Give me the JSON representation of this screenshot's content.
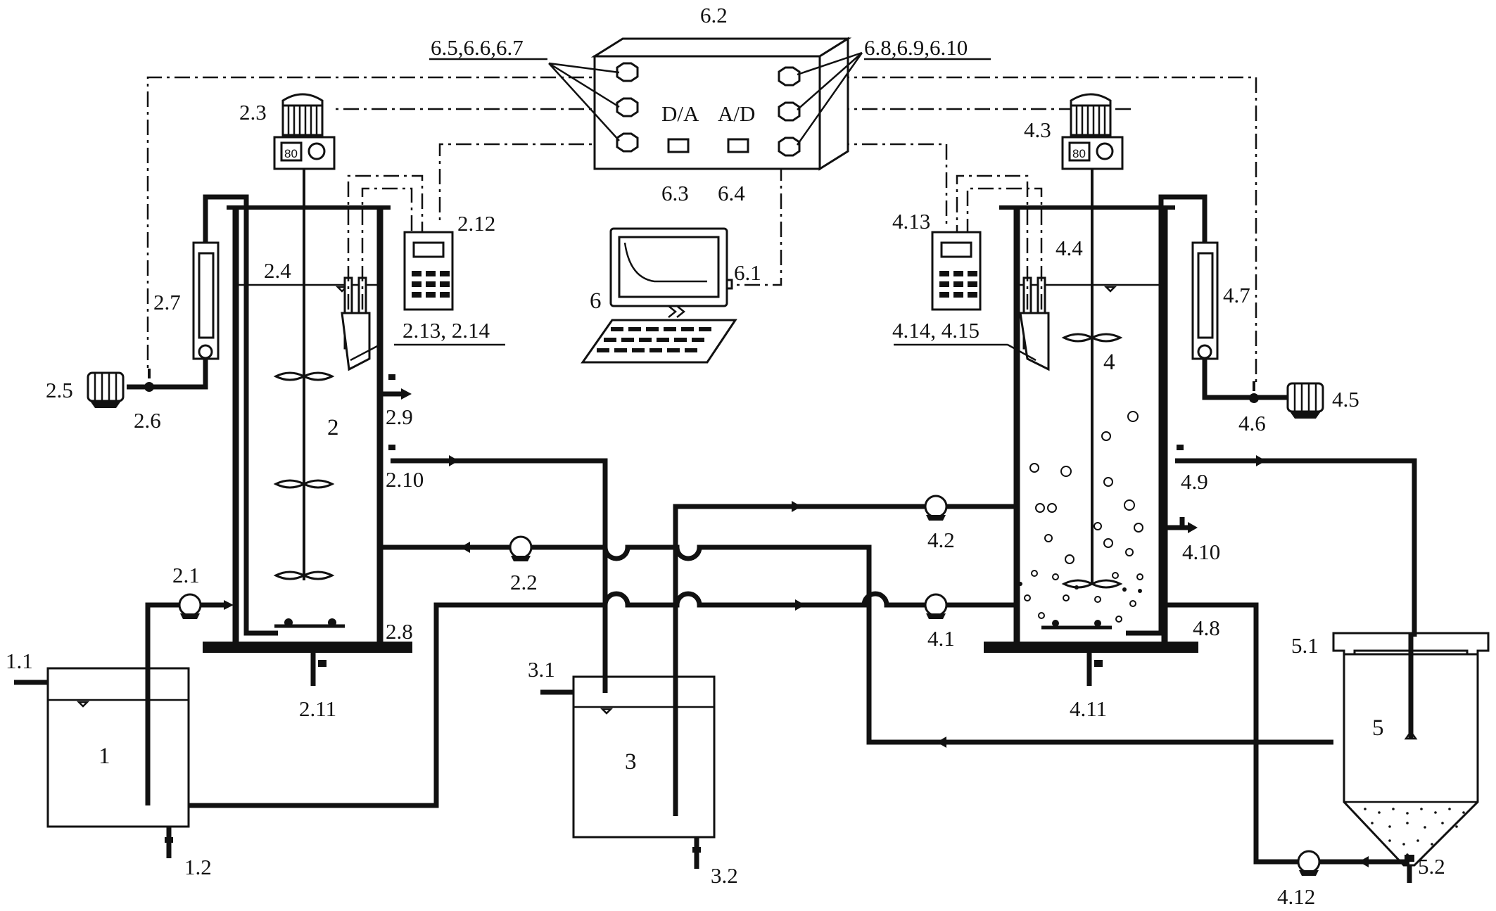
{
  "labels": {
    "tank1": "1",
    "l1_1": "1.1",
    "l1_2": "1.2",
    "reactor2": "2",
    "l2_1": "2.1",
    "l2_2": "2.2",
    "l2_3": "2.3",
    "l2_4": "2.4",
    "l2_5": "2.5",
    "l2_6": "2.6",
    "l2_7": "2.7",
    "l2_8": "2.8",
    "l2_9": "2.9",
    "l2_10": "2.10",
    "l2_11": "2.11",
    "l2_12": "2.12",
    "l2_13_14": "2.13, 2.14",
    "tank3": "3",
    "l3_1": "3.1",
    "l3_2": "3.2",
    "reactor4": "4",
    "l4_1": "4.1",
    "l4_2": "4.2",
    "l4_3": "4.3",
    "l4_4": "4.4",
    "l4_5": "4.5",
    "l4_6": "4.6",
    "l4_7": "4.7",
    "l4_8": "4.8",
    "l4_9": "4.9",
    "l4_10": "4.10",
    "l4_11": "4.11",
    "l4_12": "4.12",
    "l4_13": "4.13",
    "l4_14_15": "4.14, 4.15",
    "settler5": "5",
    "l5_1": "5.1",
    "l5_2": "5.2",
    "computer6": "6",
    "l6_1": "6.1",
    "l6_2": "6.2",
    "l6_3": "6.3",
    "l6_4": "6.4",
    "l6_5_7": "6.5,6.6,6.7",
    "l6_8_10": "6.8,6.9,6.10",
    "da": "D/A",
    "ad": "A/D",
    "controller_left": "80",
    "controller_right": "80"
  }
}
